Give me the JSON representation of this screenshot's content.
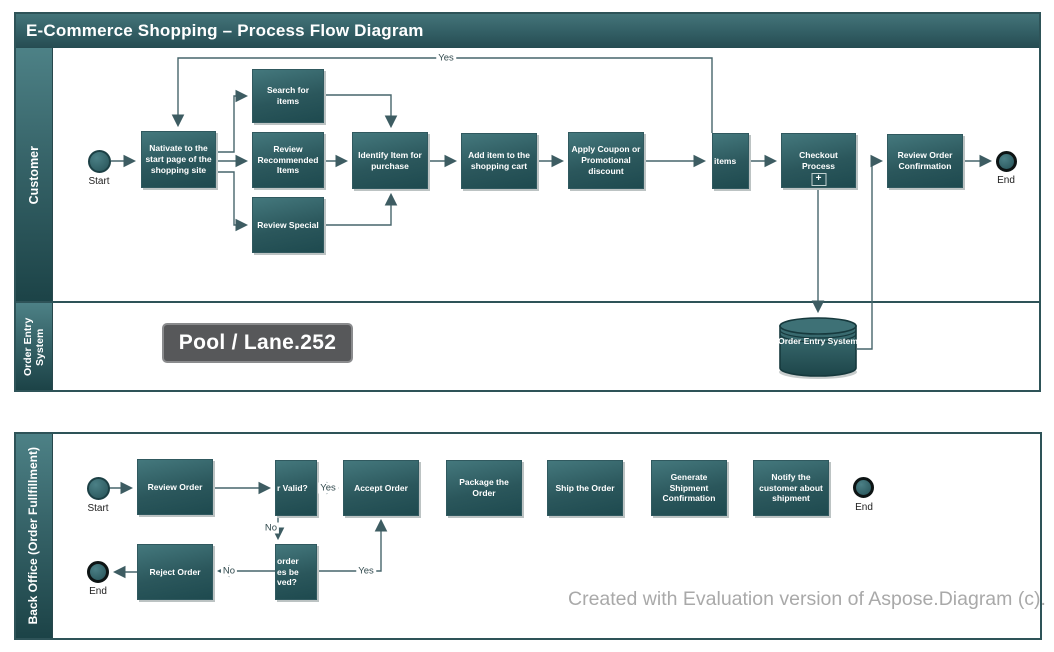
{
  "pool1": {
    "title": "E-Commerce Shopping – Process Flow Diagram",
    "lane_customer": "Customer",
    "lane_order_entry": "Order Entry System"
  },
  "pool2": {
    "lane_back_office": "Back Office (Order Fullfillment)"
  },
  "tooltip": {
    "text": "Pool / Lane.252"
  },
  "watermark": {
    "text": "Created with Evaluation version of Aspose.Diagram (c)."
  },
  "customer": {
    "start_label": "Start",
    "end_label": "End",
    "navigate": "Nativate to the start page of the shopping site",
    "search": "Search for items",
    "review_recommended": "Review Recommended Items",
    "review_special": "Review Special",
    "identify": "Identify Item for purchase",
    "add_item": "Add item to the shopping cart",
    "apply_coupon": "Apply Coupon or Promotional discount",
    "items_clipped": "items",
    "checkout": "Checkout Process",
    "subprocess_marker": "+",
    "review_confirmation": "Review Order Confirmation",
    "loop_yes": "Yes"
  },
  "order_entry": {
    "datastore": "Order Entry System"
  },
  "back_office": {
    "start_label": "Start",
    "end_label_main": "End",
    "end_label_reject": "End",
    "review_order": "Review Order",
    "valid_clipped": "r Valid?",
    "accept": "Accept Order",
    "package": "Package the Order",
    "ship": "Ship the Order",
    "generate": "Generate Shipment Confirmation",
    "notify": "Notify the customer about shipment",
    "reject": "Reject Order",
    "resolved_line1": "order",
    "resolved_line2": "es be",
    "resolved_line3": "ved?",
    "valid_yes": "Yes",
    "valid_no": "No",
    "resolve_yes": "Yes",
    "resolve_no": "No"
  },
  "colors": {
    "teal_header": "#3f7076",
    "teal_dark": "#1e464b",
    "line": "#3d5c62",
    "tooltip_bg": "#57585a",
    "watermark_gray": "#a9a9a9"
  }
}
